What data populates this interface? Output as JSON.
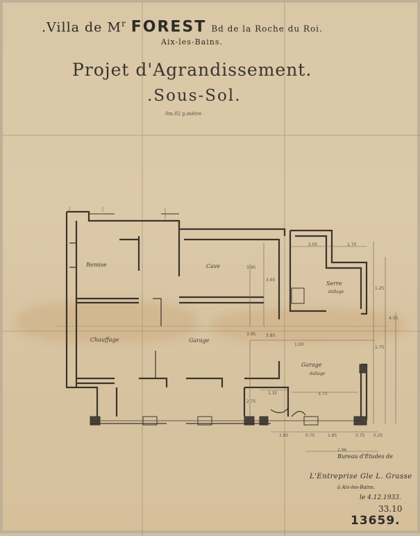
{
  "header": {
    "villa_prefix": ".Villa de M",
    "villa_superscript": "r",
    "owner": "FOREST",
    "address": "Bd de la Roche du Roi.",
    "city": "Aix-les-Bains.",
    "project": "Projet d'Agrandissement.",
    "level": ".Sous-Sol.",
    "scale": "0m.02 p.mètre"
  },
  "rooms": [
    {
      "id": "remise",
      "label": "Remise"
    },
    {
      "id": "cave",
      "label": "Cave"
    },
    {
      "id": "serre",
      "label": "Serre"
    },
    {
      "id": "serre_note",
      "label": "dallage"
    },
    {
      "id": "chauffage",
      "label": "Chauffage"
    },
    {
      "id": "garage1",
      "label": "Garage"
    },
    {
      "id": "garage2",
      "label": "Garage"
    },
    {
      "id": "garage2_note",
      "label": "dallage"
    }
  ],
  "dimensions": [
    "2.05",
    "1.70",
    "1.25",
    "3.95",
    "3.65",
    "3.95",
    "3.85",
    "1.75",
    "3.73",
    "1.32",
    "1.85",
    "0.75",
    "1.85",
    "0.75",
    "0.25",
    "2.96",
    "2.75",
    "4.55",
    "1.00"
  ],
  "signature": {
    "line1": "Bureau d'Études de",
    "line2": "L'Entreprise Gle L. Grasse",
    "line3": "à Aix-les-Bains.",
    "date": "le 4.12.1933.",
    "ref": "33.10",
    "number": "13659."
  },
  "colors": {
    "paper": "#d9c7a6",
    "ink": "#2e2a26"
  }
}
